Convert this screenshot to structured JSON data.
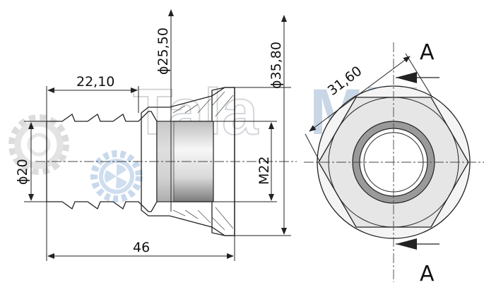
{
  "watermark": {
    "text_outline": "Tala",
    "text_filled": "Mid",
    "outline_color": "#d4d7da",
    "filled_color": "#c9d6e6"
  },
  "dimensions": {
    "bore_diameter": "ϕ20",
    "barb_length": "22,10",
    "shoulder_diameter": "ϕ25,50",
    "flange_diameter": "ϕ35,80",
    "thread": "M22",
    "total_length": "46",
    "hex_across_corners": "31,60"
  },
  "section_markers": {
    "top": "A",
    "bottom": "A"
  },
  "colors": {
    "line": "#222222",
    "body_shade_light": "#f2f2f2",
    "body_shade_dark": "#8a8a8a",
    "hex_face": "#e6e6e6",
    "ring_gray": "#9a9a9a"
  },
  "icons": [
    "gear-icon",
    "fan-gear-icon"
  ]
}
